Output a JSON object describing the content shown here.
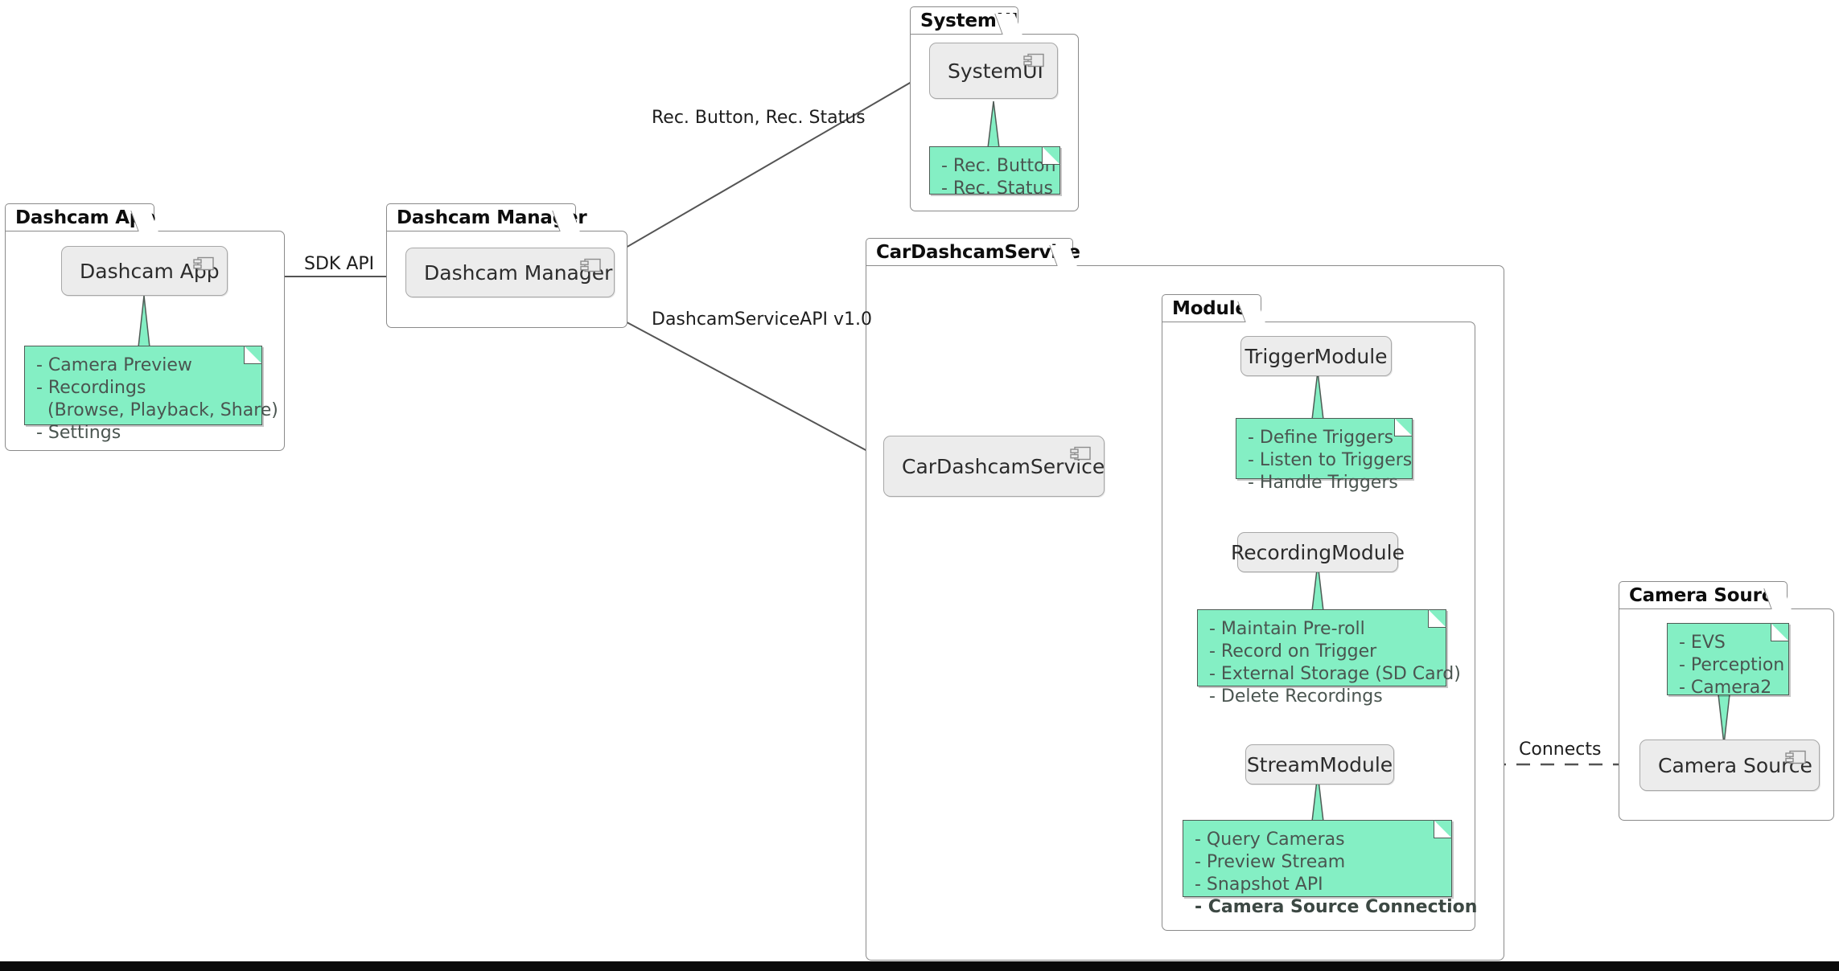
{
  "diagram": {
    "type": "uml-component-diagram",
    "title_visible": false,
    "colors": {
      "note_fill": "#84efc4",
      "note_border": "#4f5b55",
      "note_text": "#4a5550",
      "component_fill": "#ececec",
      "component_border": "#a8a8a8",
      "package_border": "#8a8a8a",
      "edge": "#545454",
      "text": "#1d1d1d",
      "bottom_bar": "#0a0a0a"
    }
  },
  "packages": [
    {
      "id": "dashcam_app",
      "label": "Dashcam App",
      "component": {
        "label": "Dashcam App",
        "icon": "uml-component-icon"
      },
      "note": {
        "position": "below",
        "lines": [
          {
            "text": "- Camera Preview",
            "bold": false
          },
          {
            "text": "- Recordings",
            "bold": false
          },
          {
            "text": "  (Browse, Playback, Share)",
            "bold": false
          },
          {
            "text": "- Settings",
            "bold": false
          }
        ]
      }
    },
    {
      "id": "dashcam_manager",
      "label": "Dashcam Manager",
      "component": {
        "label": "Dashcam Manager",
        "icon": "uml-component-icon"
      },
      "note": null
    },
    {
      "id": "system_ui",
      "label": "SystemUI",
      "component": {
        "label": "SystemUI",
        "icon": "uml-component-icon"
      },
      "note": {
        "position": "below",
        "lines": [
          {
            "text": "- Rec. Button",
            "bold": false
          },
          {
            "text": "- Rec. Status",
            "bold": false
          }
        ]
      }
    },
    {
      "id": "car_dashcam_service",
      "label": "CarDashcamService",
      "component": {
        "label": "CarDashcamService",
        "icon": "uml-component-icon"
      },
      "note": null
    },
    {
      "id": "modules",
      "label": "Modules",
      "component": null,
      "note": null
    },
    {
      "id": "camera_source",
      "label": "Camera Source",
      "component": {
        "label": "Camera Source",
        "icon": "uml-component-icon"
      },
      "note": {
        "position": "above",
        "lines": [
          {
            "text": "- EVS",
            "bold": false
          },
          {
            "text": "- Perception",
            "bold": false
          },
          {
            "text": "- Camera2",
            "bold": false
          }
        ]
      }
    }
  ],
  "modules": [
    {
      "id": "trigger_module",
      "label": "TriggerModule",
      "note": {
        "position": "below",
        "lines": [
          {
            "text": "- Define Triggers",
            "bold": false
          },
          {
            "text": "- Listen to Triggers",
            "bold": false
          },
          {
            "text": "- Handle Triggers",
            "bold": false
          }
        ]
      }
    },
    {
      "id": "recording_module",
      "label": "RecordingModule",
      "note": {
        "position": "below",
        "lines": [
          {
            "text": "- Maintain Pre-roll",
            "bold": false
          },
          {
            "text": "- Record on Trigger",
            "bold": false
          },
          {
            "text": "- External Storage (SD Card)",
            "bold": false
          },
          {
            "text": "- Delete Recordings",
            "bold": false
          }
        ]
      }
    },
    {
      "id": "stream_module",
      "label": "StreamModule",
      "note": {
        "position": "below",
        "lines": [
          {
            "text": "- Query Cameras",
            "bold": false
          },
          {
            "text": "- Preview Stream",
            "bold": false
          },
          {
            "text": "- Snapshot API",
            "bold": false
          },
          {
            "text": "- Camera Source Connection",
            "bold": true
          }
        ]
      }
    }
  ],
  "edges": [
    {
      "id": "e_app_manager",
      "from": "dashcam_app",
      "to": "dashcam_manager",
      "label": "SDK API",
      "style": "solid",
      "arrow": "open"
    },
    {
      "id": "e_manager_systemui",
      "from": "dashcam_manager",
      "to": "system_ui",
      "label": "Rec. Button, Rec. Status",
      "style": "solid",
      "arrow": "open"
    },
    {
      "id": "e_manager_service",
      "from": "dashcam_manager",
      "to": "car_dashcam_service",
      "label": "DashcamServiceAPI v1.0",
      "style": "solid",
      "arrow": "open"
    },
    {
      "id": "e_service_trigger",
      "from": "car_dashcam_service",
      "to": "trigger_module",
      "label": "",
      "style": "solid",
      "arrow": "open"
    },
    {
      "id": "e_service_recording",
      "from": "car_dashcam_service",
      "to": "recording_module",
      "label": "",
      "style": "solid",
      "arrow": "open"
    },
    {
      "id": "e_service_stream",
      "from": "car_dashcam_service",
      "to": "stream_module",
      "label": "",
      "style": "curved-solid",
      "arrow": "open"
    },
    {
      "id": "e_stream_camera",
      "from": "stream_module",
      "to": "camera_source",
      "label": "Connects",
      "style": "dashed",
      "arrow": "none"
    }
  ]
}
